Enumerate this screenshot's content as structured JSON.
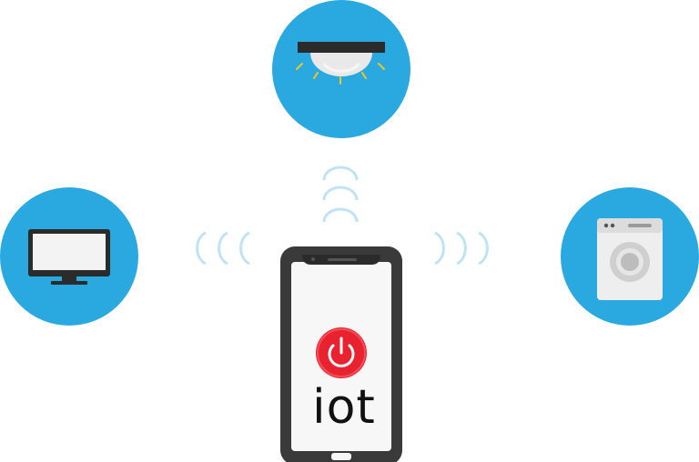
{
  "app": {
    "label": "iot"
  },
  "colors": {
    "circle": "#2aa9e0",
    "wave": "#bfe3f4",
    "phone_body": "#3a3a3a",
    "phone_screen": "#f7f7f7",
    "power_red": "#e8232f",
    "light_glow": "#f5c518"
  },
  "devices": [
    {
      "name": "ceiling-light",
      "icon": "ceiling-light-icon"
    },
    {
      "name": "monitor",
      "icon": "monitor-icon"
    },
    {
      "name": "washing-machine",
      "icon": "washing-machine-icon"
    }
  ],
  "phone": {
    "icon": "smartphone-icon",
    "power_icon": "power-icon"
  }
}
